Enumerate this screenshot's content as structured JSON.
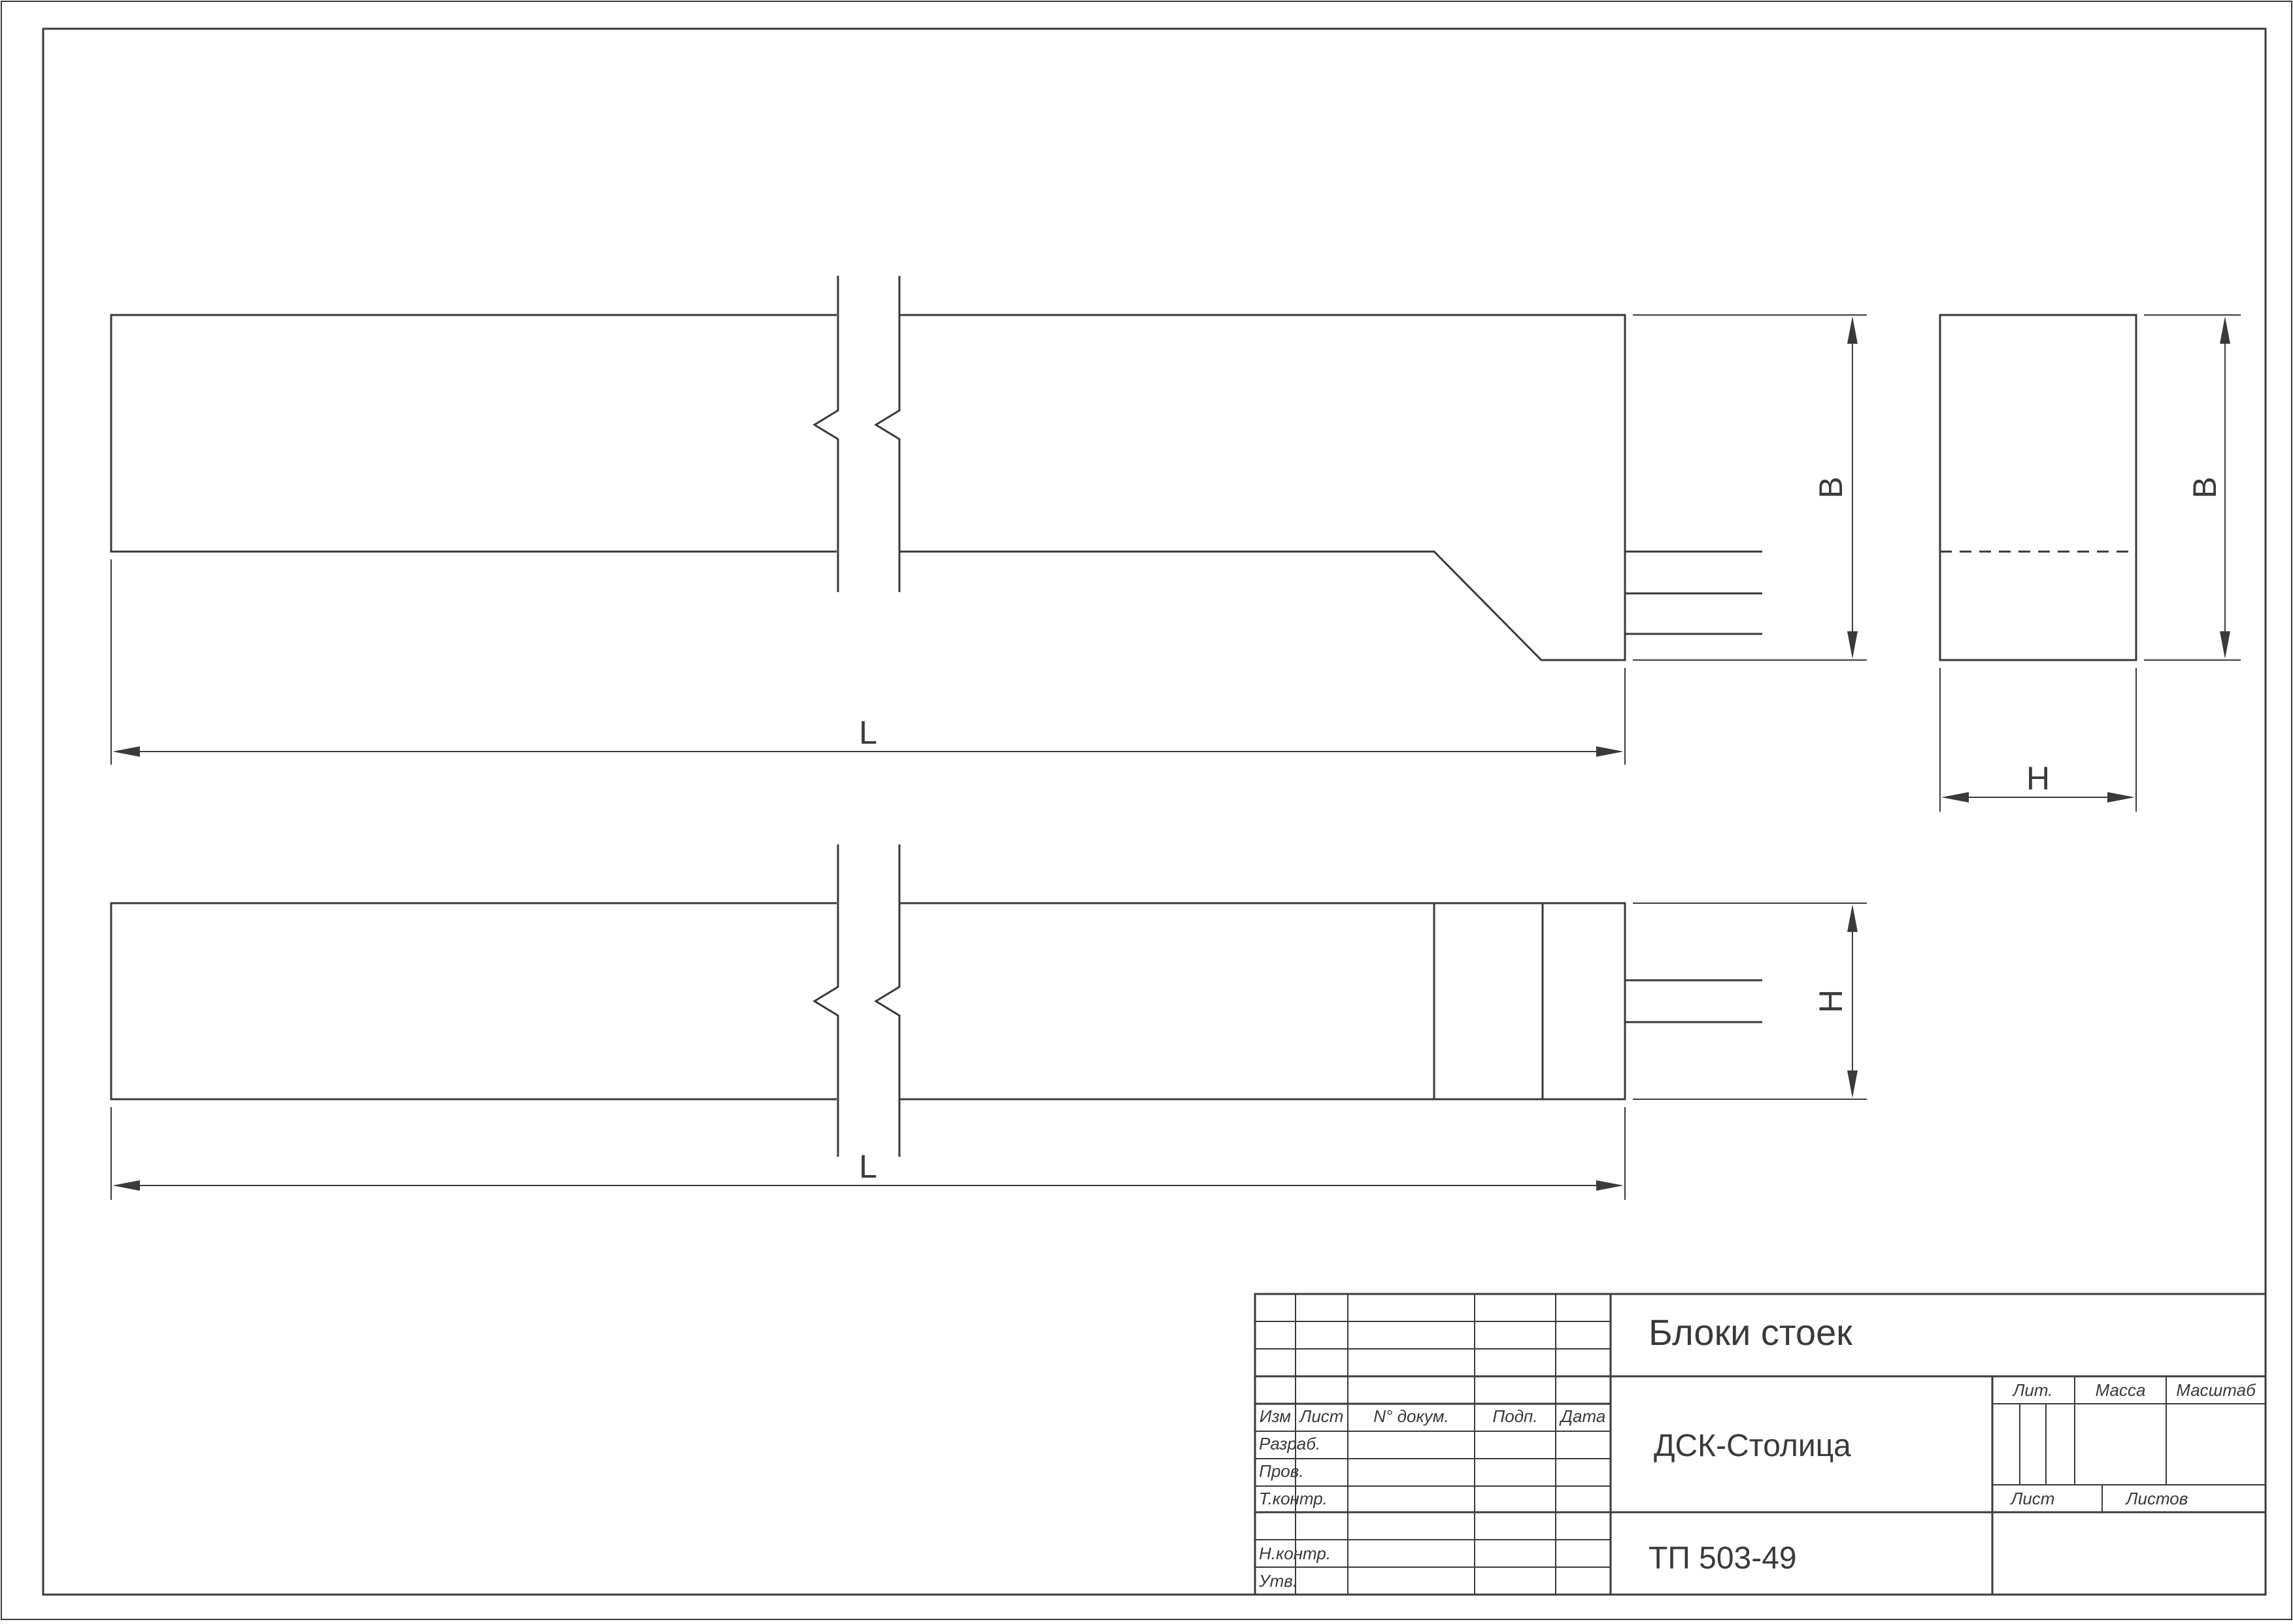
{
  "dimensions": {
    "length_top": "L",
    "width_top": "B",
    "section_height": "H",
    "section_width": "B",
    "length_bottom": "L",
    "height_bottom": "H"
  },
  "title_block": {
    "title": "Блоки стоек",
    "organization": "ДСК-Столица",
    "code": "ТП 503-49",
    "columns": {
      "izm": "Изм",
      "list": "Лист",
      "doc_no": "N° докум.",
      "sign": "Подп.",
      "date": "Дата"
    },
    "rows": {
      "developed": "Разраб.",
      "checked": "Пров.",
      "tech_control": "Т.контр.",
      "norm_control": "Н.контр.",
      "approved": "Утв."
    },
    "right": {
      "lit": "Лит.",
      "mass": "Масса",
      "scale": "Масштаб",
      "sheet": "Лист",
      "sheets": "Листов"
    }
  }
}
